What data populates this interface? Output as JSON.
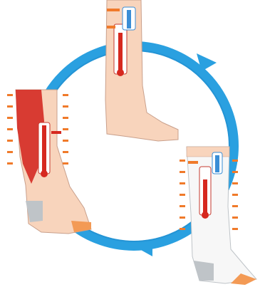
{
  "diagram": {
    "colors": {
      "cycle_arrow": "#2aa0e0",
      "cycle_arrow_dark": "#1b7fc0",
      "skin": "#f8d4bc",
      "skin_outline": "#c9a08c",
      "muscle": "#d42a22",
      "heat_marker": "#f07a2a",
      "sock_white": "#f7f7f7",
      "sock_orange": "#f39a55",
      "sock_grey": "#bfc4c8",
      "thermo_red": "#d6281f",
      "thermo_blue": "#3a8ed6"
    },
    "panels": [
      {
        "id": "bare-leg-cool",
        "thermometer_state": "cool"
      },
      {
        "id": "leg-overheated",
        "thermometer_state": "hot",
        "heat_markers": 14
      },
      {
        "id": "leg-with-sock",
        "thermometer_state": "balanced",
        "heat_markers": 14
      }
    ],
    "cycle": {
      "direction": "clockwise",
      "arrowheads": 2
    }
  }
}
